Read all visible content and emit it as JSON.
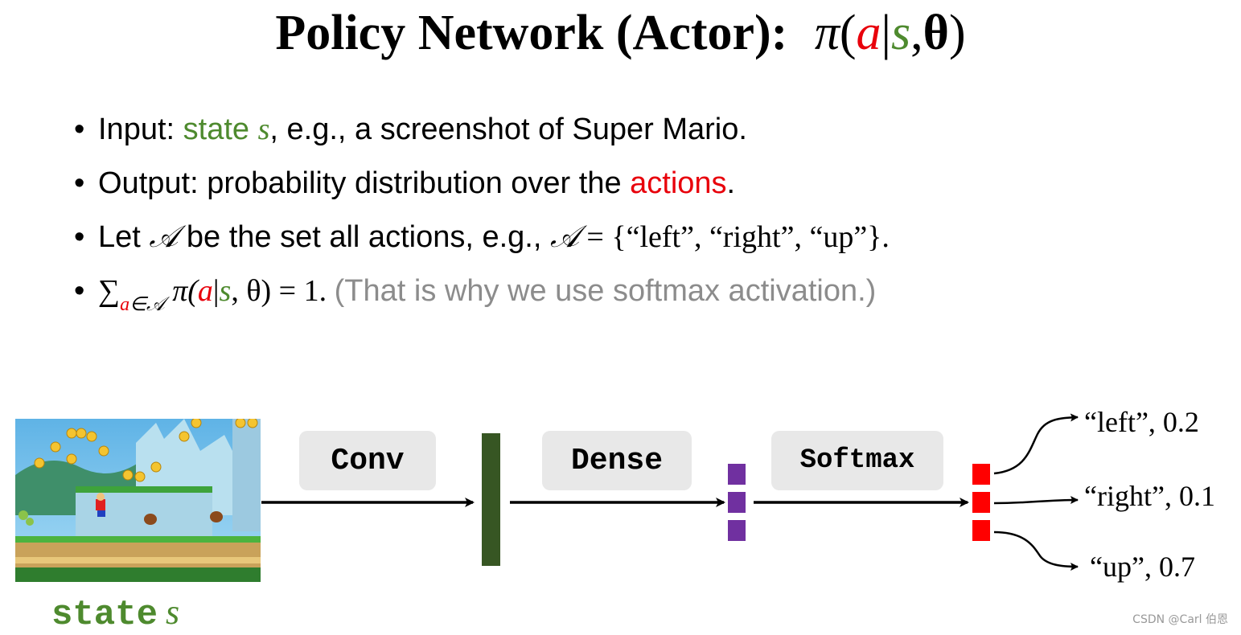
{
  "title": {
    "text": "Policy Network (Actor):",
    "pi": "π",
    "open": "(",
    "a": "a",
    "bar": "|",
    "s": "s",
    "comma": ",",
    "theta": "θ",
    "close": ")"
  },
  "bullets": {
    "b1": {
      "prefix": "Input: ",
      "state_word": "state ",
      "state_var": "s",
      "suffix": ", e.g., a screenshot of Super Mario."
    },
    "b2": {
      "prefix": "Output: probability distribution over the ",
      "actions": "actions",
      "suffix": "."
    },
    "b3": {
      "prefix": "Let ",
      "set_symbol": "𝒜",
      "middle": " be the set all actions, e.g., ",
      "set_symbol2": "𝒜",
      "equals": " = {“left”, “right”, “up”}."
    },
    "b4": {
      "sum": "∑",
      "sub_a": "a",
      "sub_rest": "∈𝒜",
      "pi": " π(",
      "a": "a",
      "bar": "|",
      "s": "s",
      "rest": ", θ) = 1. ",
      "note": "(That is why we use softmax activation.)"
    }
  },
  "diagram": {
    "state_label": "state",
    "state_var": "s",
    "conv_label": "Conv",
    "dense_label": "Dense",
    "softmax_label": "Softmax",
    "outputs": [
      {
        "action": "“left”, 0.2",
        "probability": 0.2
      },
      {
        "action": "“right”, 0.1",
        "probability": 0.1
      },
      {
        "action": "“up”, 0.7",
        "probability": 0.7
      }
    ]
  },
  "watermark": "CSDN @Carl 伯恩",
  "colors": {
    "green": "#4e8a2e",
    "red": "#e8000b",
    "conv": "#375623",
    "dense": "#7030a0",
    "softmax": "#ff0000"
  }
}
